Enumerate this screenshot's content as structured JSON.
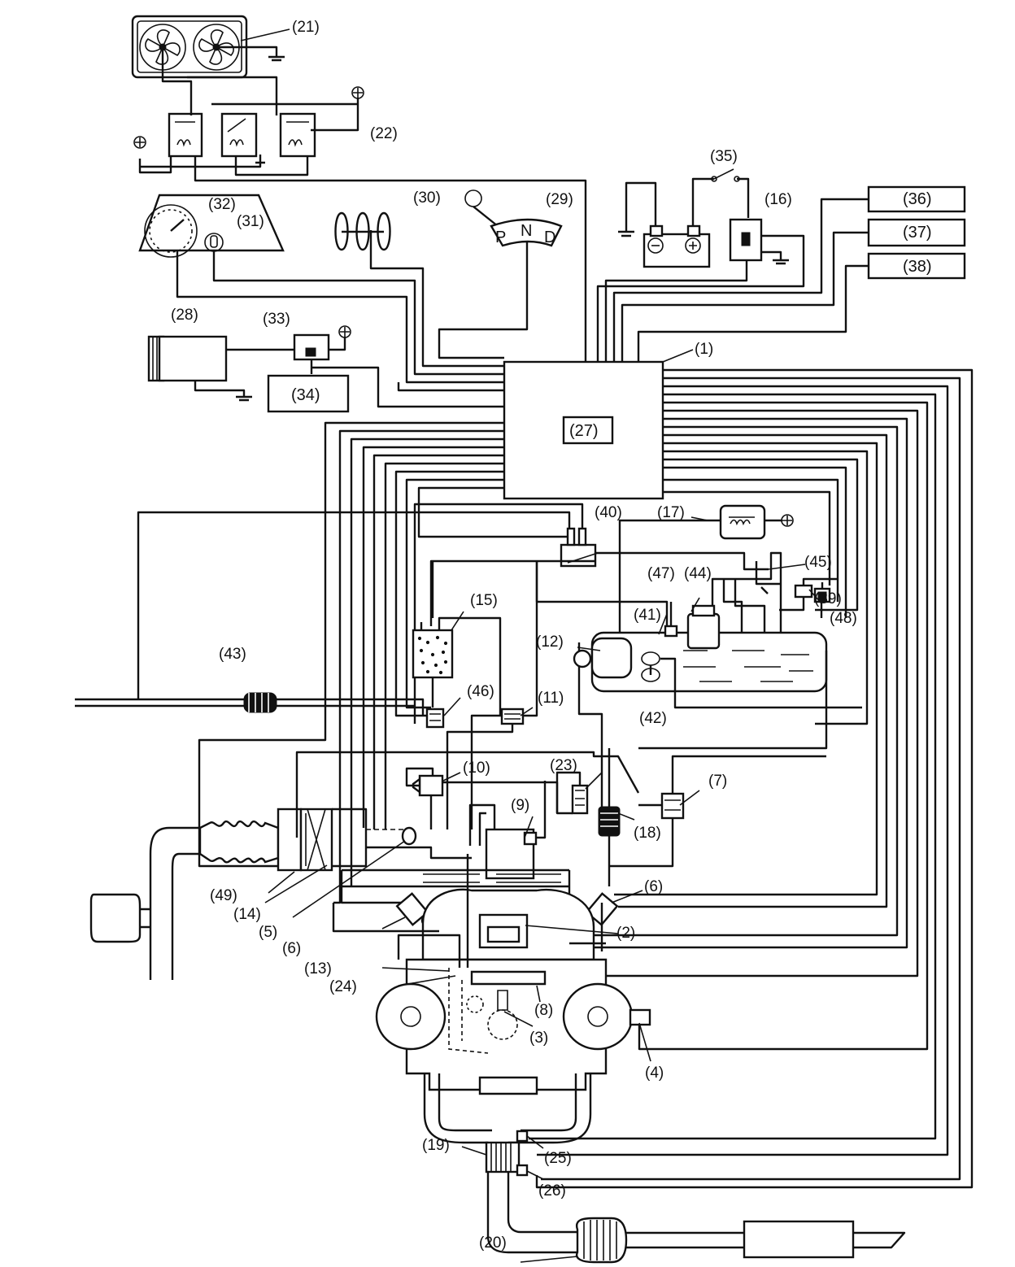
{
  "labels": {
    "l1": "(1)",
    "l2": "(2)",
    "l3": "(3)",
    "l4": "(4)",
    "l5": "(5)",
    "l6a": "(6)",
    "l6b": "(6)",
    "l7": "(7)",
    "l8": "(8)",
    "l9": "(9)",
    "l10": "(10)",
    "l11": "(11)",
    "l12": "(12)",
    "l13": "(13)",
    "l14": "(14)",
    "l15": "(15)",
    "l16": "(16)",
    "l17": "(17)",
    "l18": "(18)",
    "l19": "(19)",
    "l20": "(20)",
    "l21": "(21)",
    "l22": "(22)",
    "l23": "(23)",
    "l24": "(24)",
    "l25": "(25)",
    "l26": "(26)",
    "l28": "(28)",
    "l29": "(29)",
    "l30": "(30)",
    "l31": "(31)",
    "l32": "(32)",
    "l33": "(33)",
    "l35": "(35)",
    "l39": "(39)",
    "l40": "(40)",
    "l41": "(41)",
    "l42": "(42)",
    "l43": "(43)",
    "l44": "(44)",
    "l45": "(45)",
    "l46": "(46)",
    "l47": "(47)",
    "l48": "(48)",
    "l49": "(49)"
  },
  "boxes": {
    "ecm": "(27)",
    "b34": "(34)",
    "b36": "(36)",
    "b37": "(37)",
    "b38": "(38)"
  },
  "selector": {
    "p": "P",
    "n": "N",
    "d": "D"
  }
}
